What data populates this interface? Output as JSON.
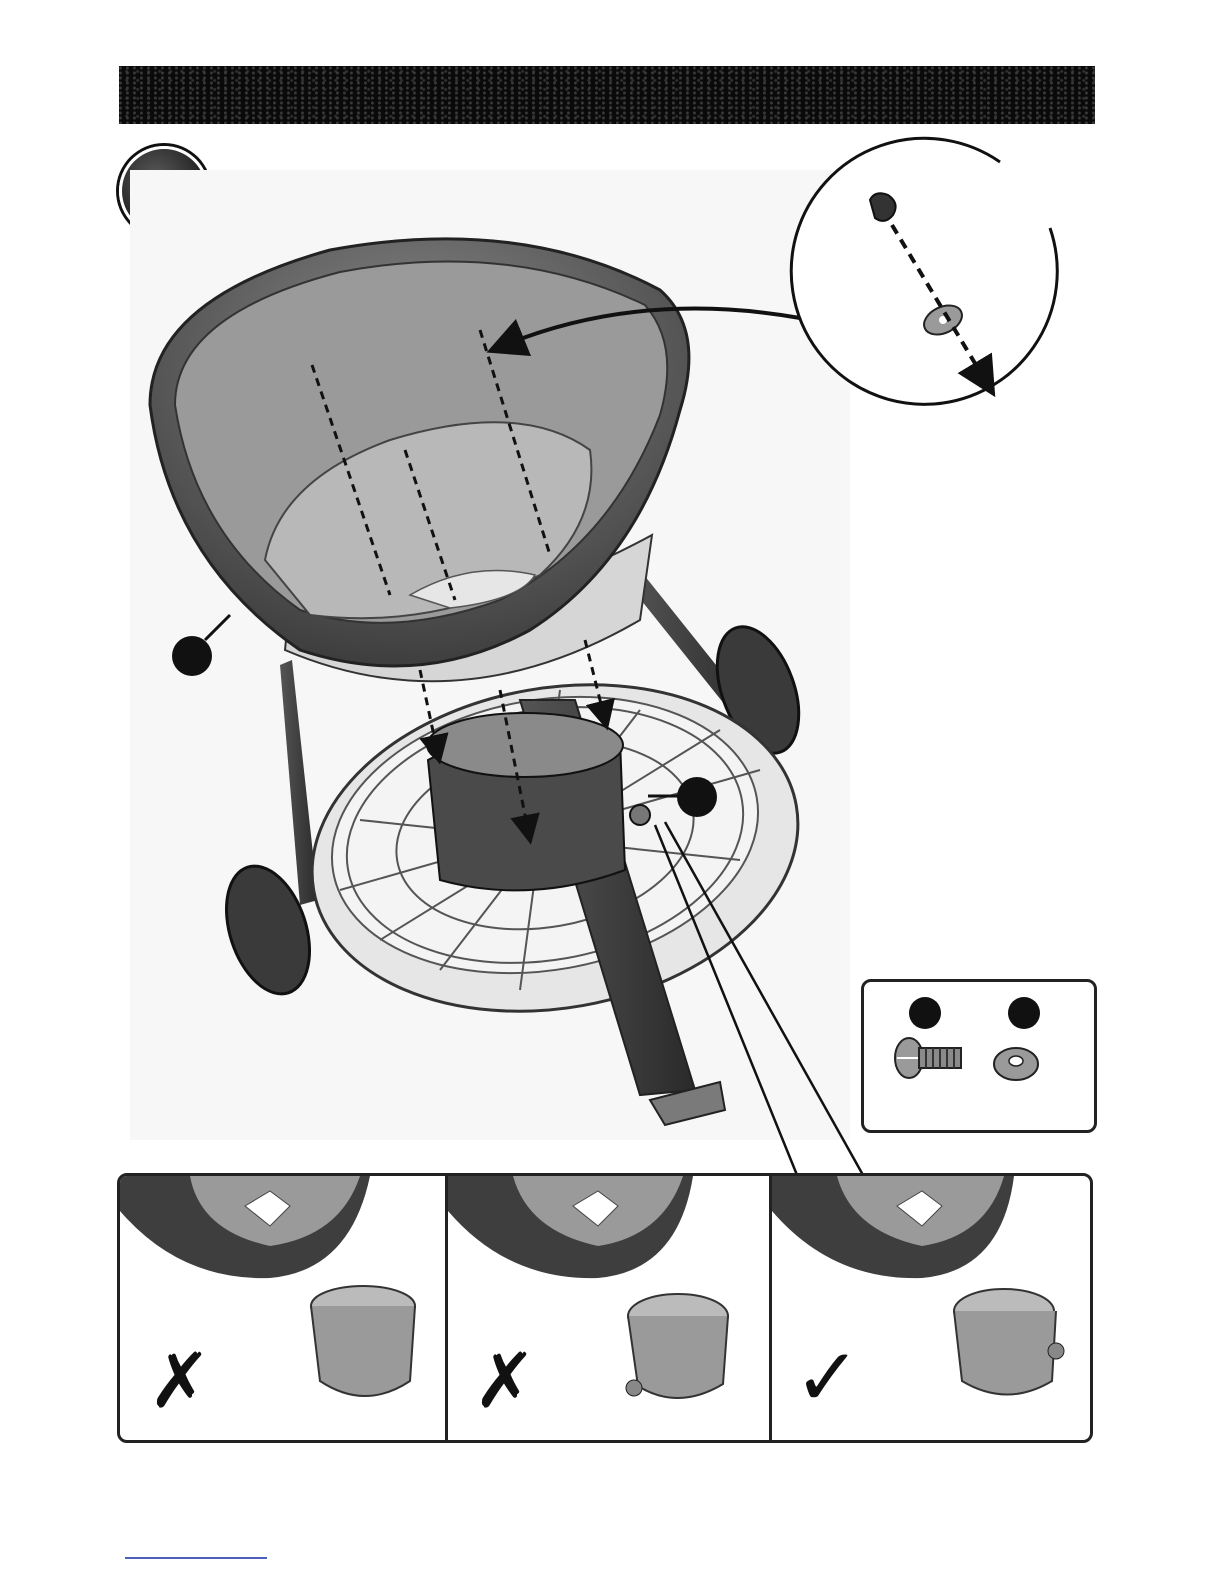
{
  "page": {
    "header_color": "#0a0a0a",
    "accent_blue": "#4b5fbf"
  },
  "icons": {
    "step_badge": "step-number-circle",
    "callout": "part-callout-dot",
    "bolt": "bolt-icon",
    "washer": "washer-icon"
  },
  "panels": [
    {
      "mark": "✗",
      "status": "incorrect"
    },
    {
      "mark": "✗",
      "status": "incorrect"
    },
    {
      "mark": "✓",
      "status": "correct"
    }
  ]
}
